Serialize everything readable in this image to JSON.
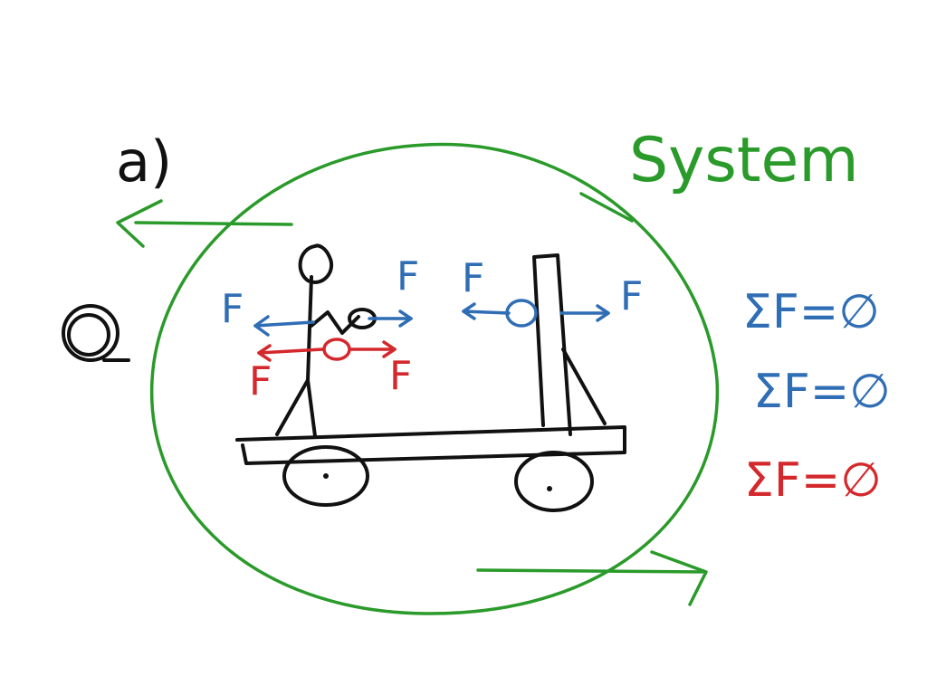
{
  "colors": {
    "green": "#2a9a2a",
    "blue": "#2f6db5",
    "red": "#d4282c",
    "black": "#111111",
    "background": "#ffffff"
  },
  "problem_label": "a)",
  "system_label": "System",
  "force_labels": {
    "blue_left_person": "F",
    "blue_right_person": "F",
    "blue_left_post": "F",
    "blue_right_post": "F",
    "red_left": "F",
    "red_right": "F"
  },
  "equations": [
    {
      "text": "ΣF=∅",
      "color": "blue"
    },
    {
      "text": "ΣF=∅",
      "color": "blue"
    },
    {
      "text": "ΣF=∅",
      "color": "red"
    }
  ]
}
